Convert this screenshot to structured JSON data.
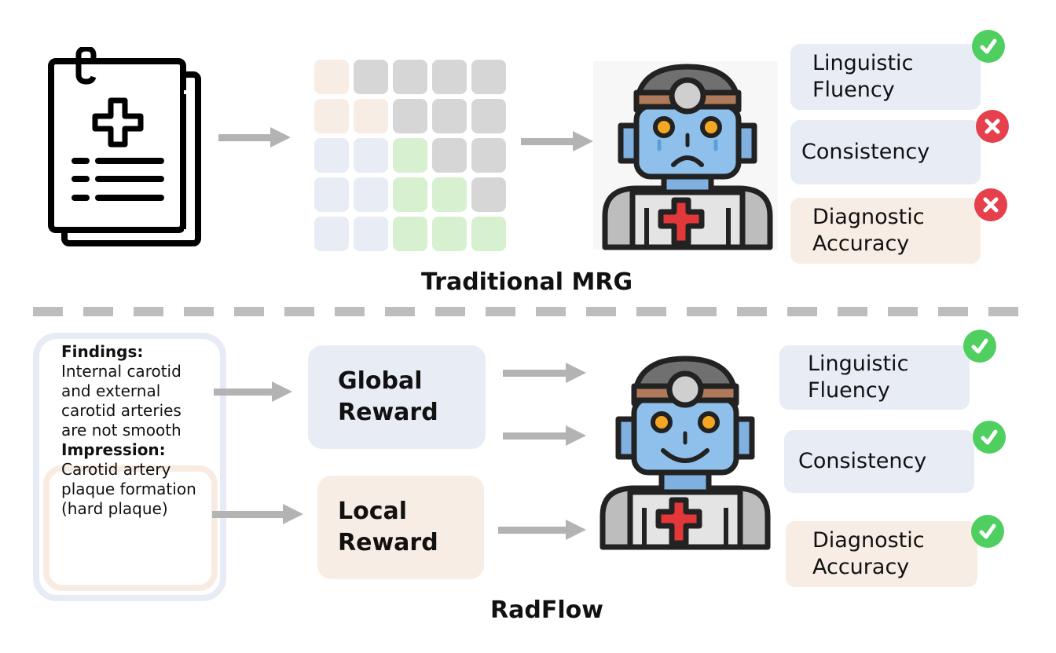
{
  "colors": {
    "blue_box": "#e8ecf5",
    "peach_box": "#f8ede4",
    "green_cell": "#d6f0d0",
    "gray_cell": "#d6d6d6",
    "arrow": "#b3b3b3",
    "check": "#4fcf5f",
    "cross": "#e5404c",
    "divider": "#bdbdbd"
  },
  "top": {
    "title": "Traditional MRG",
    "document_icon": "medical-report-icon",
    "robot_icon": "sad-doctor-robot-icon",
    "grid": [
      [
        "peach",
        "gray",
        "gray",
        "gray",
        "gray"
      ],
      [
        "peach",
        "peach",
        "gray",
        "gray",
        "gray"
      ],
      [
        "blue",
        "blue",
        "green",
        "gray",
        "gray"
      ],
      [
        "blue",
        "blue",
        "green",
        "green",
        "gray"
      ],
      [
        "blue",
        "blue",
        "green",
        "green",
        "green"
      ]
    ],
    "metrics": [
      {
        "lines": [
          "Linguistic",
          "Fluency"
        ],
        "status": "check"
      },
      {
        "lines": [
          "Consistency"
        ],
        "status": "cross"
      },
      {
        "lines": [
          "Diagnostic",
          "Accuracy"
        ],
        "status": "cross"
      }
    ]
  },
  "bottom": {
    "title": "RadFlow",
    "robot_icon": "happy-doctor-robot-icon",
    "report": {
      "findings_label": "Findings:",
      "findings_lines": [
        "Internal carotid",
        "and external",
        "carotid arteries",
        "are not smooth"
      ],
      "impression_label": "Impression:",
      "impression_lines": [
        "Carotid artery",
        "plaque formation",
        "(hard plaque)"
      ]
    },
    "global_reward": [
      "Global",
      "Reward"
    ],
    "local_reward": [
      "Local",
      "Reward"
    ],
    "metrics": [
      {
        "lines": [
          "Linguistic",
          "Fluency"
        ],
        "status": "check"
      },
      {
        "lines": [
          "Consistency"
        ],
        "status": "check"
      },
      {
        "lines": [
          "Diagnostic",
          "Accuracy"
        ],
        "status": "check"
      }
    ]
  }
}
